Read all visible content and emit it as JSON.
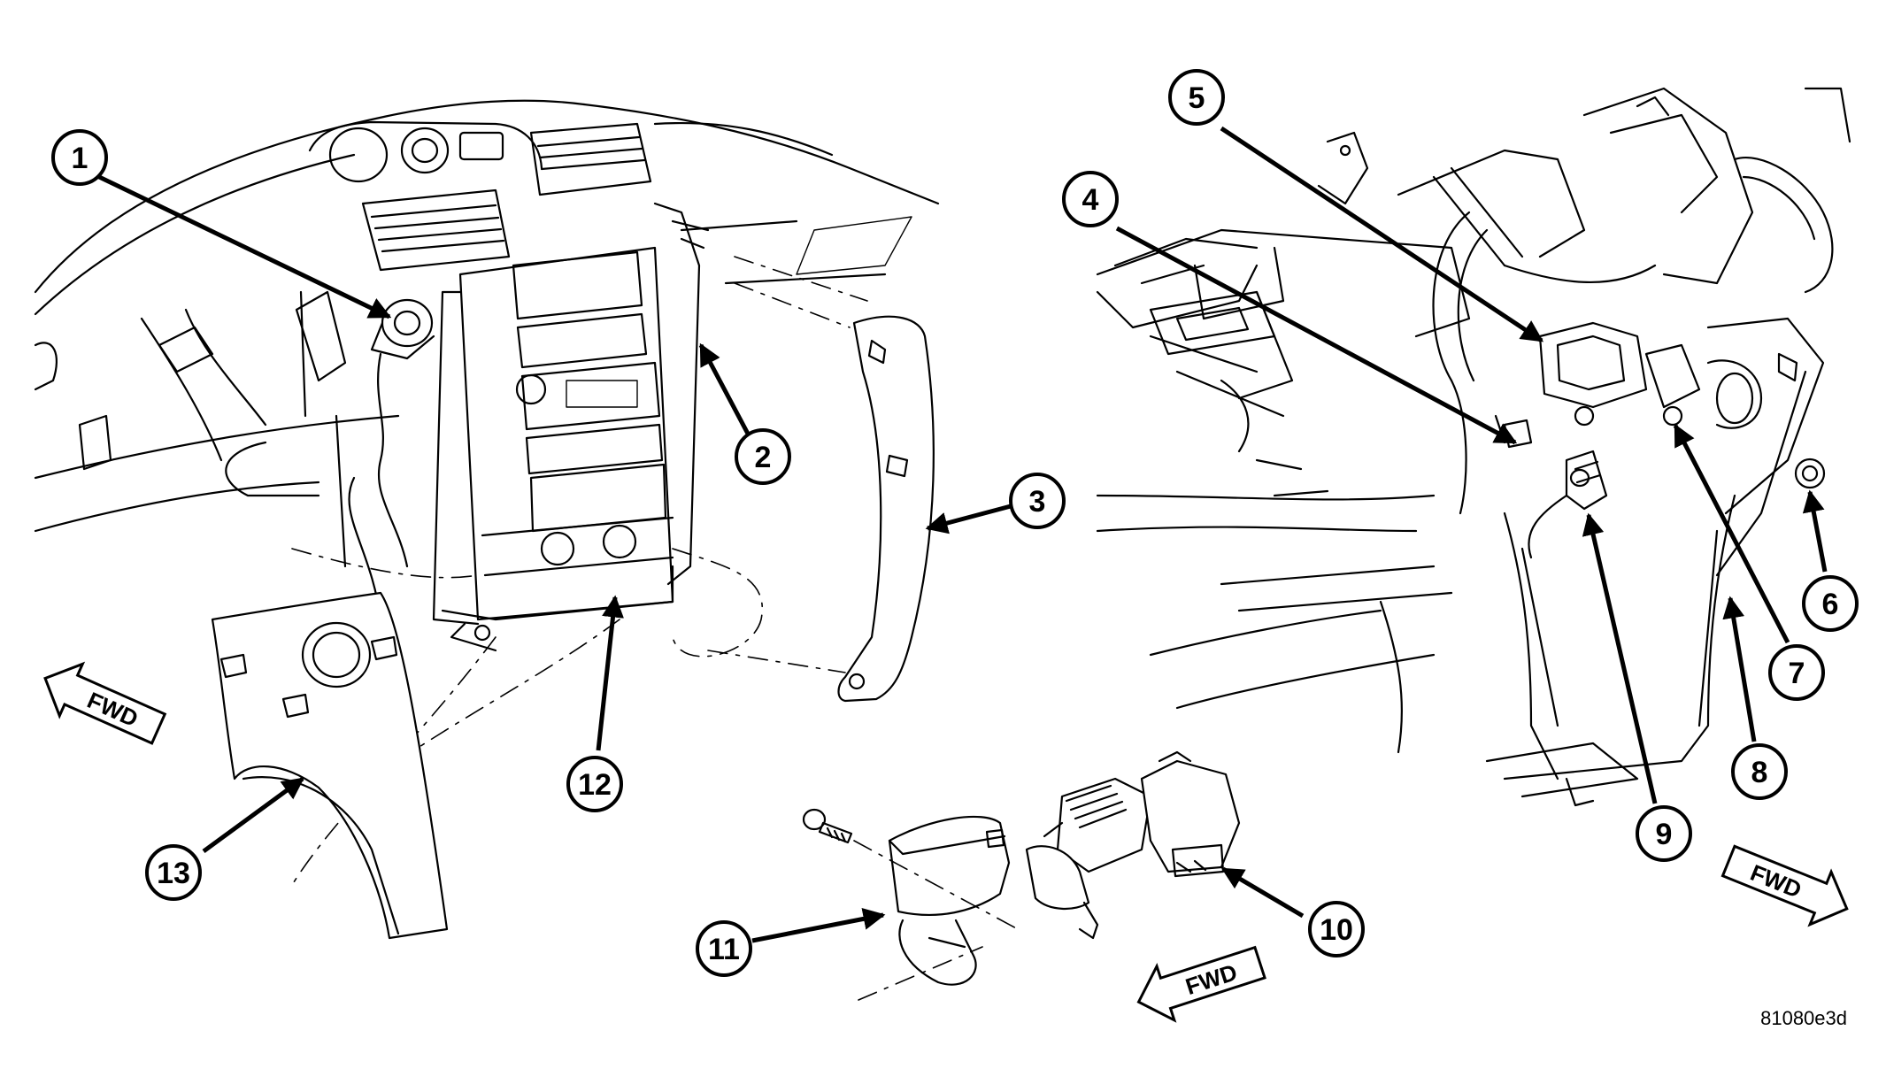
{
  "callouts": [
    {
      "id": "c1",
      "label": "1"
    },
    {
      "id": "c2",
      "label": "2"
    },
    {
      "id": "c3",
      "label": "3"
    },
    {
      "id": "c4",
      "label": "4"
    },
    {
      "id": "c5",
      "label": "5"
    },
    {
      "id": "c6",
      "label": "6"
    },
    {
      "id": "c7",
      "label": "7"
    },
    {
      "id": "c8",
      "label": "8"
    },
    {
      "id": "c9",
      "label": "9"
    },
    {
      "id": "c10",
      "label": "10"
    },
    {
      "id": "c11",
      "label": "11"
    },
    {
      "id": "c12",
      "label": "12"
    },
    {
      "id": "c13",
      "label": "13"
    }
  ],
  "direction_arrows": [
    {
      "id": "fwd-left",
      "label": "FWD"
    },
    {
      "id": "fwd-center",
      "label": "FWD"
    },
    {
      "id": "fwd-right",
      "label": "FWD"
    }
  ],
  "figure_id": "81080e3d"
}
